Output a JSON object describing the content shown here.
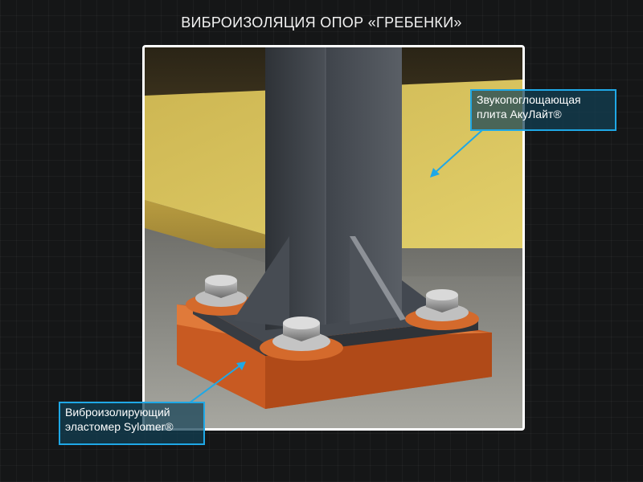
{
  "title": "ВИБРОИЗОЛЯЦИЯ ОПОР «ГРЕБЕНКИ»",
  "callouts": {
    "acoustic_board": {
      "line1": "Звукопоглощающая",
      "line2": "плита АкуЛайт®"
    },
    "elastomer": {
      "line1": "Виброизолирующий",
      "line2": "эластомер Sylomer®"
    }
  },
  "colors": {
    "background": "#151617",
    "frame": "#ffffff",
    "callout_border": "#1fa8e6",
    "callout_fill": "#124054",
    "elastomer": "#c85a22",
    "steel": "#3b3f45",
    "insulation": "#d6c25a",
    "concrete": "#8a8a84"
  }
}
